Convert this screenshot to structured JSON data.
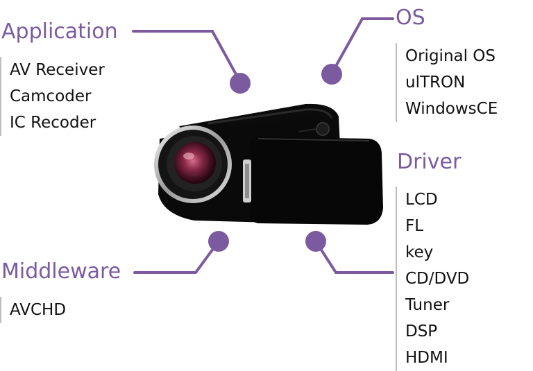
{
  "colors": {
    "accent": "#7b5aa0",
    "text": "#111111",
    "bar": "#bdbdbd"
  },
  "application": {
    "title": "Application",
    "items": [
      "AV Receiver",
      "Camcoder",
      "IC Recoder"
    ]
  },
  "os": {
    "title": "OS",
    "items": [
      "Original OS",
      "ulTRON",
      "WindowsCE"
    ]
  },
  "driver": {
    "title": "Driver",
    "items": [
      "LCD",
      "FL",
      "key",
      "CD/DVD",
      "Tuner",
      "DSP",
      "HDMI"
    ]
  },
  "middleware": {
    "title": "Middleware",
    "items": [
      "AVCHD"
    ]
  },
  "image": {
    "subject": "video-camcorder"
  }
}
